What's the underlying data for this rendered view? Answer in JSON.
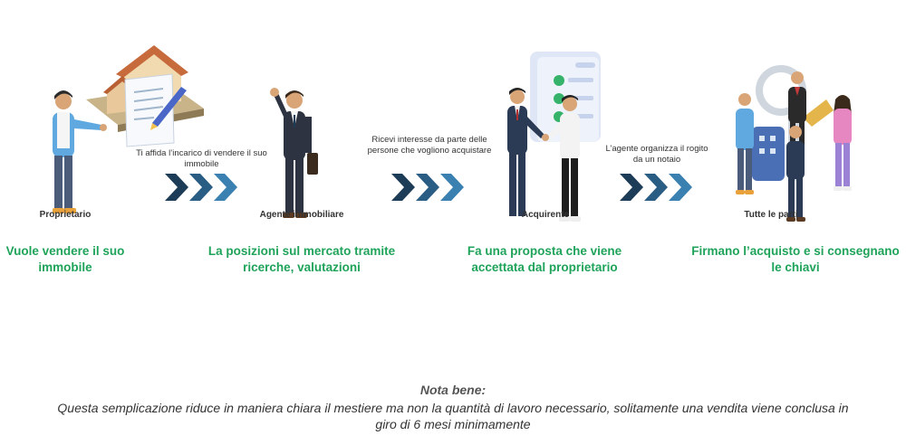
{
  "steps": [
    {
      "role": "Proprietario",
      "desc": "Vuole vendere il suo immobile"
    },
    {
      "role": "Agente immobiliare",
      "desc": "La posizioni sul mercato tramite ricerche, valutazioni"
    },
    {
      "role": "Acquirente",
      "desc": "Fa una proposta che viene accettata dal proprietario"
    },
    {
      "role": "Tutte le parti",
      "desc": "Firmano l’acquisto e si consegnano le chiavi"
    }
  ],
  "connectors": [
    {
      "text": "Ti affida l’incarico di vendere il suo immobile"
    },
    {
      "text": "Ricevi interesse da parte delle persone che vogliono acquistare"
    },
    {
      "text": "L’agente organizza il rogito da un notaio"
    }
  ],
  "note": {
    "title": "Nota bene:",
    "text": "Questa semplicazione riduce in maniera chiara il mestiere ma non la quantità di lavoro necessario, solitamente una vendita viene conclusa in giro di 6 mesi minimamente"
  },
  "colors": {
    "accent_green": "#1fa35a",
    "chevron_dark": "#1d3c57",
    "chevron_mid": "#2a5d84",
    "chevron_light": "#3a80b0"
  }
}
